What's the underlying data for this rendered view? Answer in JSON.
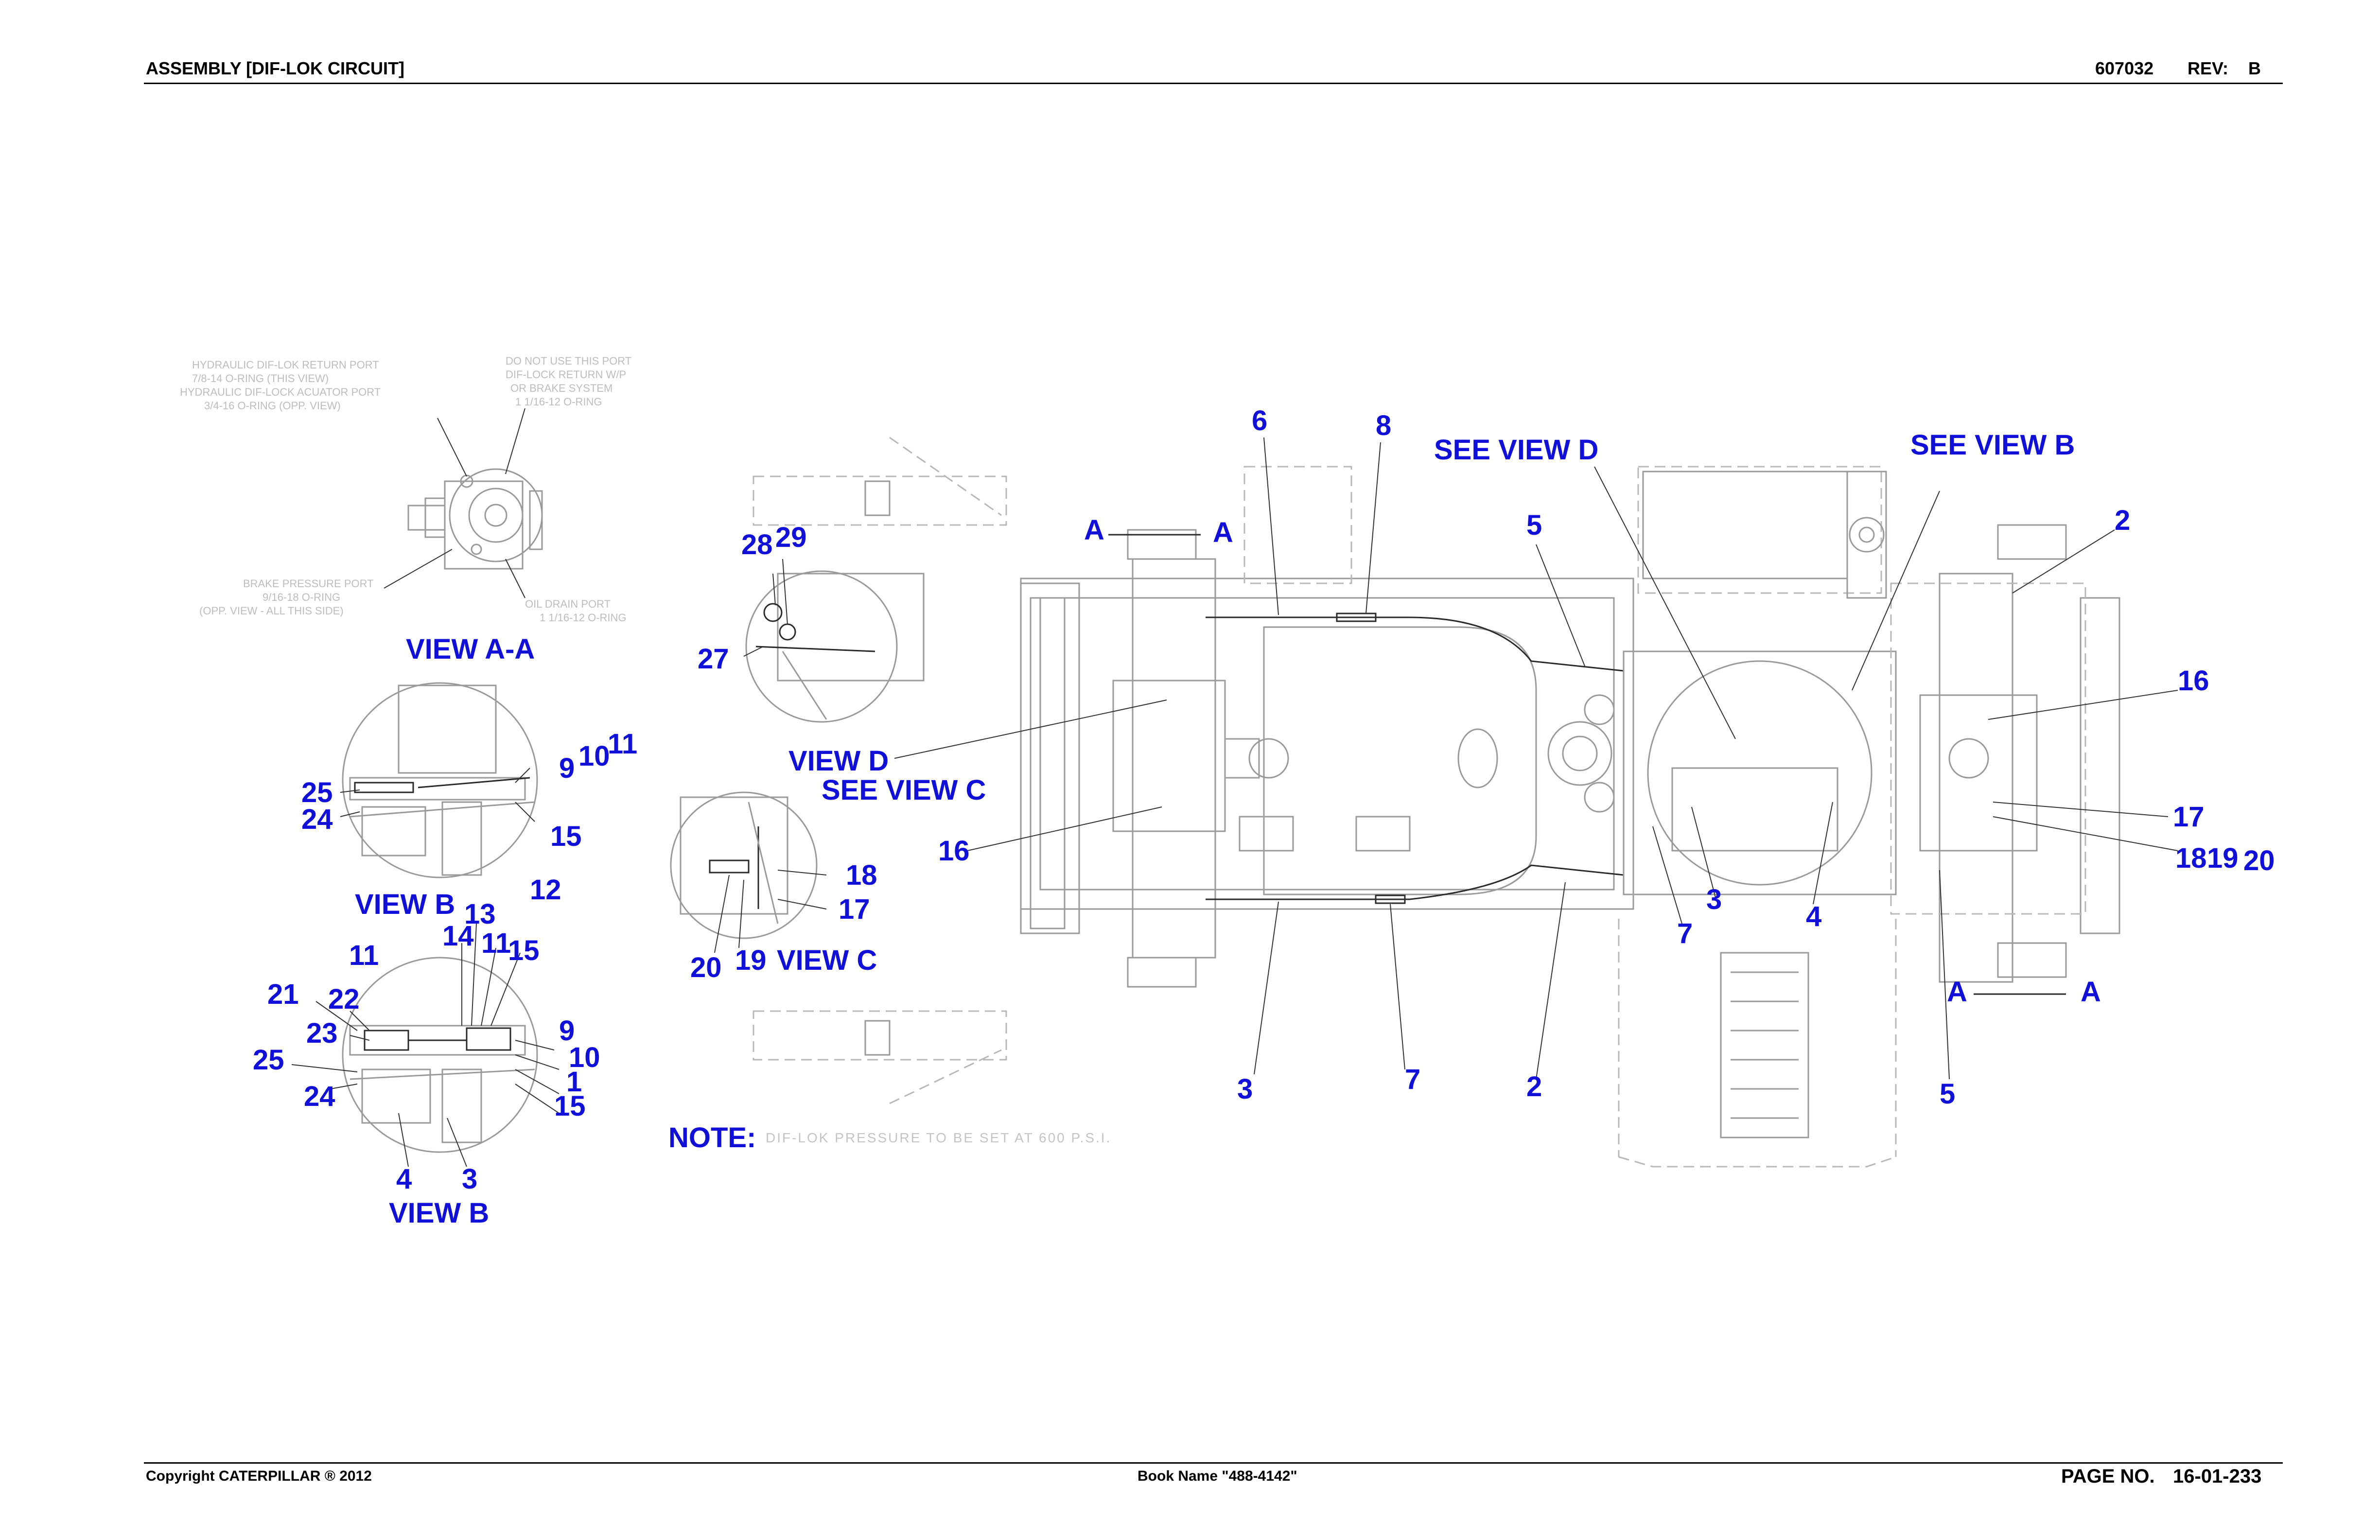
{
  "header": {
    "title": "ASSEMBLY [DIF-LOK CIRCUIT]",
    "part_no": "607032",
    "rev_label": "REV:",
    "rev_value": "B"
  },
  "footer": {
    "copyright": "Copyright CATERPILLAR ® 2012",
    "book_name": "Book Name \"488-4142\"",
    "page_label": "PAGE NO.",
    "page_value": "16-01-233"
  },
  "views": {
    "view_aa": "VIEW A-A",
    "view_b_1": "VIEW B",
    "view_b_2": "VIEW B",
    "view_c": "VIEW C",
    "view_d": "VIEW D",
    "see_view_c": "SEE VIEW C",
    "see_view_d": "SEE VIEW D",
    "see_view_b": "SEE VIEW B",
    "section_a": "A"
  },
  "port_notes": {
    "left_top": [
      "HYDRAULIC DIF-LOK RETURN PORT",
      "7/8-14 O-RING (THIS VIEW)",
      "HYDRAULIC DIF-LOCK ACUATOR PORT",
      "3/4-16 O-RING (OPP. VIEW)"
    ],
    "right_top": [
      "DO NOT USE THIS PORT",
      "DIF-LOCK RETURN W/P",
      "OR BRAKE SYSTEM",
      "1 1/16-12 O-RING"
    ],
    "left_bottom": [
      "BRAKE PRESSURE PORT",
      "9/16-18 O-RING",
      "(OPP. VIEW - ALL THIS SIDE)"
    ],
    "right_bottom": [
      "OIL DRAIN PORT",
      "1 1/16-12 O-RING"
    ]
  },
  "note": {
    "label": "NOTE:",
    "text": "DIF-LOK PRESSURE TO BE SET AT 600 P.S.I."
  },
  "callouts": {
    "c1": "1",
    "c2": "2",
    "c3": "3",
    "c4": "4",
    "c5": "5",
    "c6": "6",
    "c7": "7",
    "c8": "8",
    "c9": "9",
    "c10": "10",
    "c11": "11",
    "c12": "12",
    "c13": "13",
    "c14": "14",
    "c15": "15",
    "c16": "16",
    "c17": "17",
    "c18": "18",
    "c19": "19",
    "c20": "20",
    "c21": "21",
    "c22": "22",
    "c23": "23",
    "c24": "24",
    "c25": "25",
    "c27": "27",
    "c28": "28",
    "c29": "29"
  },
  "colors": {
    "callout": "#1010d8",
    "linework": "#9a9a9a"
  }
}
